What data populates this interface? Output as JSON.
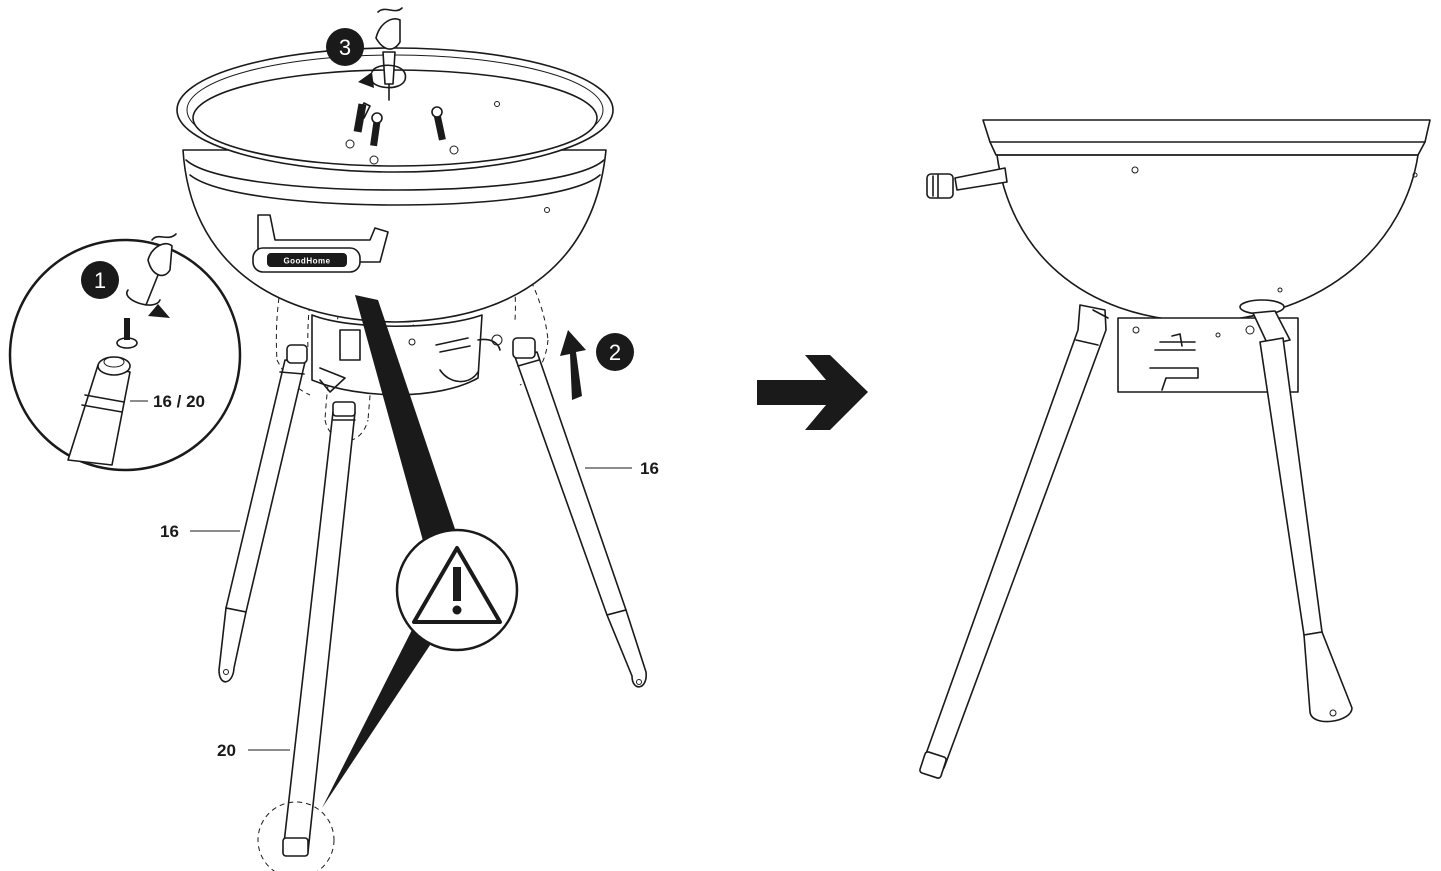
{
  "labels": {
    "leg_left": "16",
    "leg_right": "16",
    "leg_front": "20",
    "detail_part": "16 / 20"
  },
  "steps": {
    "step1": "1",
    "step2": "2",
    "step3": "3"
  },
  "handle_brand": "GoodHome",
  "colors": {
    "line": "#1a1a1a",
    "background": "#ffffff"
  },
  "icons": [
    "warning-triangle-icon",
    "next-step-arrow-icon",
    "rotate-arrow-icon",
    "push-up-arrow-icon"
  ]
}
